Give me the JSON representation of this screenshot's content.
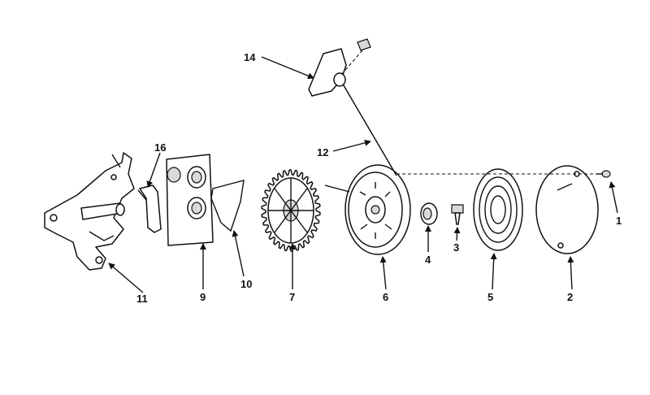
{
  "diagram": {
    "callouts": [
      {
        "id": "p1",
        "label": "1"
      },
      {
        "id": "p2",
        "label": "2"
      },
      {
        "id": "p3",
        "label": "3"
      },
      {
        "id": "p4",
        "label": "4"
      },
      {
        "id": "p5",
        "label": "5"
      },
      {
        "id": "p6",
        "label": "6"
      },
      {
        "id": "p7",
        "label": "7"
      },
      {
        "id": "p9",
        "label": "9"
      },
      {
        "id": "p10",
        "label": "10"
      },
      {
        "id": "p11",
        "label": "11"
      },
      {
        "id": "p12",
        "label": "12"
      },
      {
        "id": "p14",
        "label": "14"
      },
      {
        "id": "p16",
        "label": "16"
      }
    ]
  }
}
